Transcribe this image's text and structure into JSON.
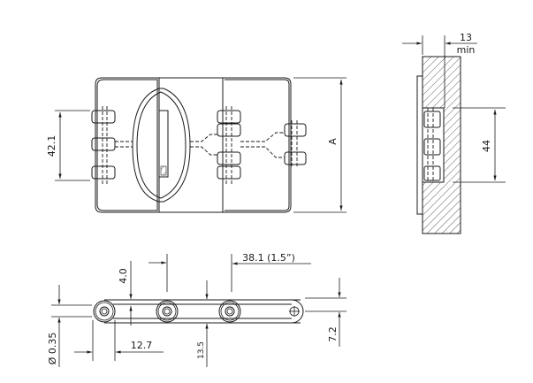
{
  "diagram": {
    "type": "technical-drawing",
    "subject": "Chain link dimensional drawing",
    "views": {
      "top_view": {
        "dims": {
          "pin_spacing": "42.1",
          "width": "A"
        }
      },
      "side_section_view": {
        "dims": {
          "clearance": "13",
          "clearance_note": "min",
          "guide_height": "44"
        }
      },
      "front_view": {
        "dims": {
          "top_offset": "4.0",
          "pitch": "38.1 (1.5”)",
          "pin_diameter": "Ø 0.35",
          "barrel_length": "12.7",
          "link_height": "13.5",
          "thickness": "7.2"
        }
      }
    },
    "colors": {
      "line": "#1a1a1a",
      "hatch": "#1a1a1a",
      "background": "#ffffff"
    }
  }
}
